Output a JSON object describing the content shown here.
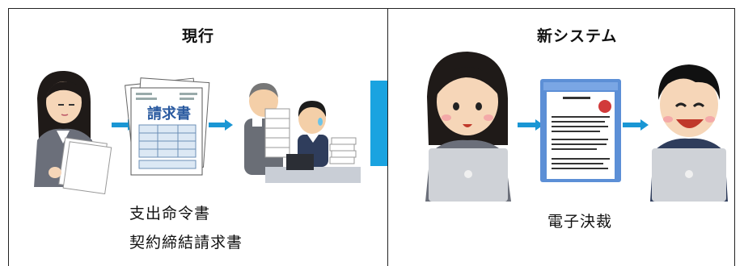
{
  "current": {
    "title": "現行",
    "label_line1": "支出命令書",
    "label_line2": "契約締結請求書",
    "document_heading": "請求書"
  },
  "new_system": {
    "title": "新システム",
    "label": "電子決裁"
  },
  "colors": {
    "arrow": "#1a96d4",
    "big_arrow": "#1aa3e0",
    "border": "#222222"
  }
}
